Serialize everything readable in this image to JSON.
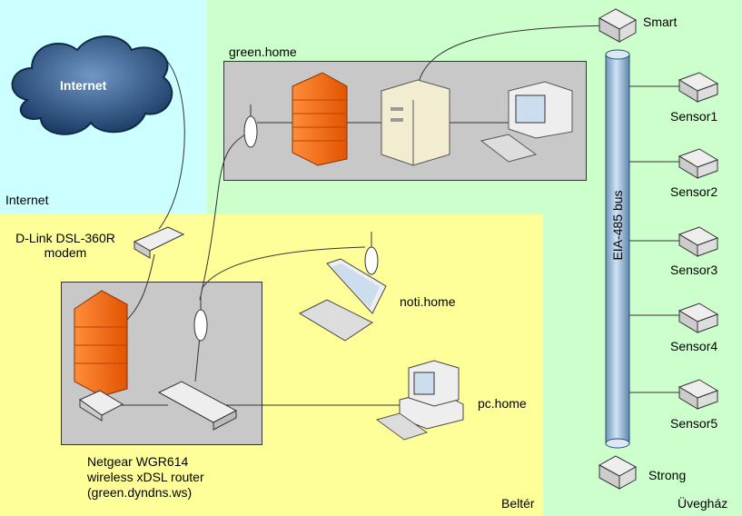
{
  "zones": {
    "internet": {
      "label": "Internet",
      "color": "#ccffff"
    },
    "belter": {
      "label": "Beltér",
      "color": "#ffff99"
    },
    "uveghaz": {
      "label": "Üveghá­z",
      "color": "#ccffcc"
    }
  },
  "labels": {
    "cloud": "Internet",
    "green_home": "green.home",
    "modem_line1": "D-Link DSL-360R",
    "modem_line2": "modem",
    "noti": "noti.home",
    "pc": "pc.home",
    "router_line1": "Netgear WGR614",
    "router_line2": "wireless xDSL router",
    "router_line3": "(green.dyndns.ws)",
    "smart": "Smart",
    "strong": "Strong",
    "bus": "EIA-485 bus",
    "sensors": [
      "Sensor1",
      "Sensor2",
      "Sensor3",
      "Sensor4",
      "Sensor5"
    ]
  },
  "icons": [
    "cloud-icon",
    "firewall-icon",
    "server-icon",
    "monitor-icon",
    "keyboard-icon",
    "antenna-icon",
    "modem-icon",
    "router-icon",
    "switch-icon",
    "laptop-icon",
    "desktop-pc-icon",
    "sensor-icon",
    "bus-pipe-icon"
  ],
  "colors": {
    "firewall": "#ff6600",
    "bus": "#9dc3e6",
    "box": "#c8c8c8"
  }
}
